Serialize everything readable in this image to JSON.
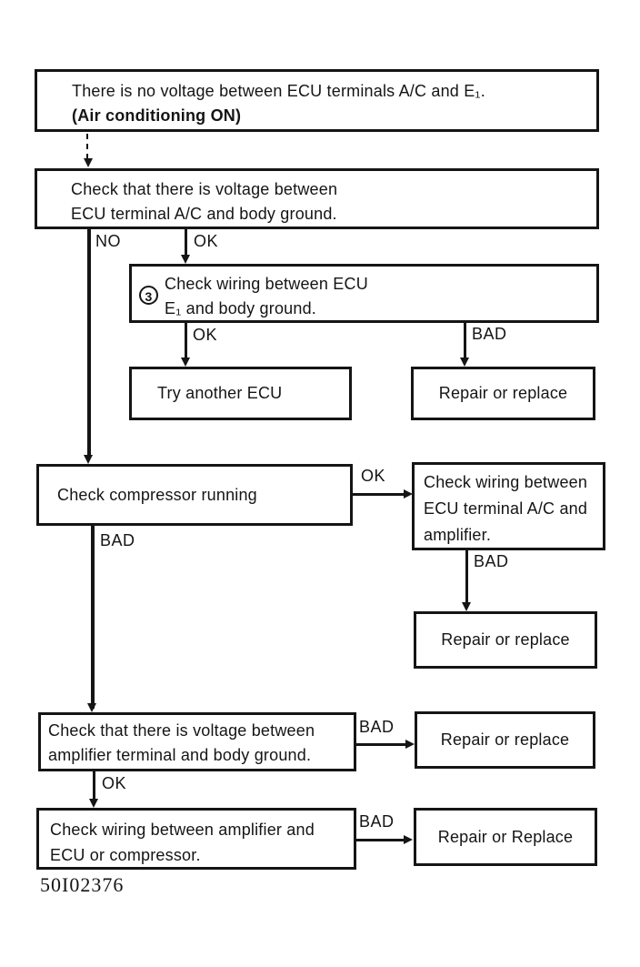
{
  "figure_code": "50I02376",
  "nodes": {
    "start": {
      "line1": "There is no voltage between ECU terminals A/C and E₁.",
      "line2": "(Air conditioning ON)"
    },
    "check_voltage_ac": {
      "line1": "Check that there is voltage between",
      "line2": "ECU terminal A/C and body ground."
    },
    "check_wiring_e1": {
      "step": "3",
      "line1": "Check wiring between ECU",
      "line2": "E₁ and body ground."
    },
    "try_another_ecu": {
      "label": "Try another ECU"
    },
    "repair_1": {
      "label": "Repair or replace"
    },
    "check_compressor": {
      "label": "Check compressor running"
    },
    "check_wiring_amplifier": {
      "line1": "Check wiring between",
      "line2": "ECU terminal A/C and",
      "line3": "amplifier."
    },
    "repair_2": {
      "label": "Repair or replace"
    },
    "check_voltage_amplifier": {
      "line1": "Check that there is voltage between",
      "line2": "amplifier terminal and body ground."
    },
    "repair_3": {
      "label": "Repair or replace"
    },
    "check_wiring_amp_ecu": {
      "line1": "Check wiring between amplifier and",
      "line2": "ECU or compressor."
    },
    "repair_4": {
      "label": "Repair or Replace"
    }
  },
  "edge_labels": {
    "no_1": "NO",
    "ok_1": "OK",
    "ok_2": "OK",
    "bad_1": "BAD",
    "ok_3": "OK",
    "bad_2": "BAD",
    "bad_3": "BAD",
    "bad_4": "BAD",
    "ok_4": "OK",
    "bad_5": "BAD"
  }
}
